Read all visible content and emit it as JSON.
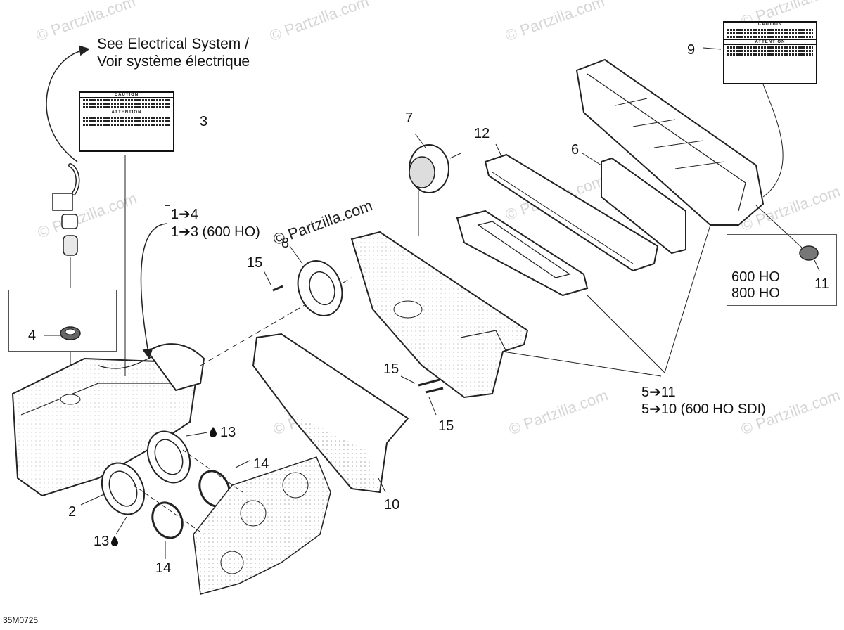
{
  "reference": "35M0725",
  "watermark": "© Partzilla.com",
  "notes": {
    "electrical_line1": "See Electrical System /",
    "electrical_line2": "Voir système électrique",
    "apply_a_line1": "1➔4",
    "apply_a_line2": "1➔3 (600 HO)",
    "apply_b_line1": "5➔11",
    "apply_b_line2": "5➔10 (600 HO SDI)",
    "models_line1": "600 HO",
    "models_line2": "800 HO"
  },
  "labels": {
    "caution_header": "CAUTION",
    "attention_header": "ATTENTION"
  },
  "callouts": [
    {
      "id": "c2",
      "text": "2"
    },
    {
      "id": "c3",
      "text": "3"
    },
    {
      "id": "c4",
      "text": "4"
    },
    {
      "id": "c6",
      "text": "6"
    },
    {
      "id": "c7",
      "text": "7"
    },
    {
      "id": "c8",
      "text": "8"
    },
    {
      "id": "c9",
      "text": "9"
    },
    {
      "id": "c10",
      "text": "10"
    },
    {
      "id": "c11",
      "text": "11"
    },
    {
      "id": "c12",
      "text": "12"
    },
    {
      "id": "c13a",
      "text": "13"
    },
    {
      "id": "c13b",
      "text": "13"
    },
    {
      "id": "c14a",
      "text": "14"
    },
    {
      "id": "c14b",
      "text": "14"
    },
    {
      "id": "c15a",
      "text": "15"
    },
    {
      "id": "c15b",
      "text": "15"
    }
  ]
}
